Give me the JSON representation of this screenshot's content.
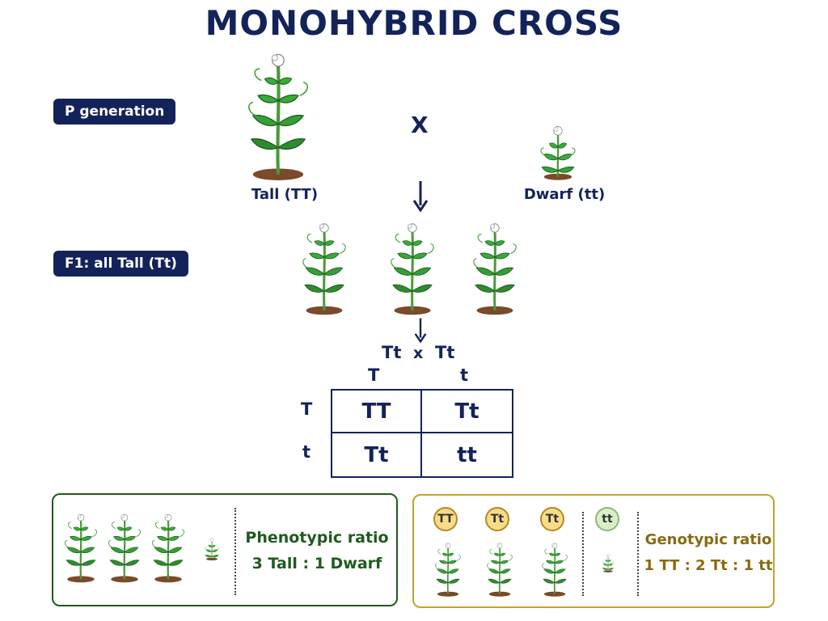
{
  "title": "MONOHYBRID CROSS",
  "p_generation": {
    "label": "P generation",
    "cross_symbol": "X",
    "tall_label": "Tall (TT)",
    "dwarf_label": "Dwarf (tt)"
  },
  "f1": {
    "label": "F1: all Tall (Tt)"
  },
  "selfing": {
    "left": "Tt",
    "symbol": "x",
    "right": "Tt"
  },
  "punnett": {
    "col_headers": [
      "T",
      "t"
    ],
    "row_headers": [
      "T",
      "t"
    ],
    "cells": [
      [
        "TT",
        "Tt"
      ],
      [
        "Tt",
        "tt"
      ]
    ]
  },
  "phenotypic": {
    "title": "Phenotypic ratio",
    "ratio": "3 Tall : 1 Dwarf"
  },
  "genotypic": {
    "title": "Genotypic ratio",
    "ratio": "1 TT : 2 Tt : 1 tt",
    "badges": [
      "TT",
      "Tt",
      "Tt",
      "tt"
    ]
  },
  "colors": {
    "navy": "#13235a",
    "leaf": "#2e8b2e",
    "leaf_dark": "#1f5a1f",
    "stem": "#4a9a3a",
    "soil": "#7a4a2a",
    "pheno_border": "#1f5a1f",
    "pheno_text": "#1f5a1f",
    "geno_border": "#c9a227",
    "geno_text": "#8a6a10"
  }
}
